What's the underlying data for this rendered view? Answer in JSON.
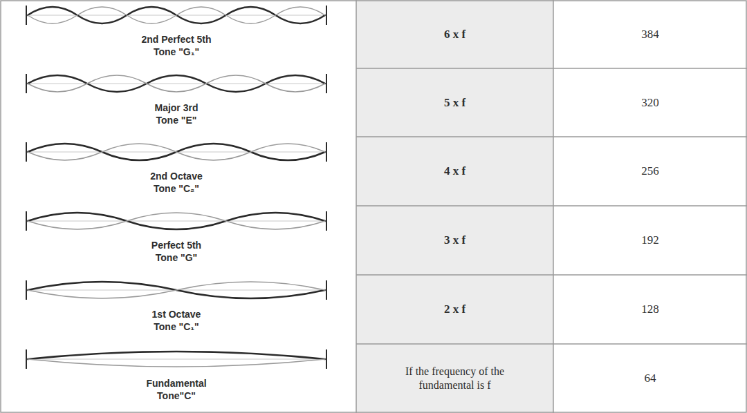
{
  "diagram": {
    "labels": [
      "2nd Perfect 5th",
      "Tone \"G₁\"",
      "6 x f",
      "384",
      "Major 3rd",
      "Tone \"E\"",
      "5 x f",
      "320",
      "2nd Octave",
      "Tone \"C₂\"",
      "4 x f",
      "256",
      "Perfect 5th",
      "Tone \"G\"",
      "3 x f",
      "192",
      "1st Octave",
      "Tone \"C₁\"",
      "2 x f",
      "128",
      "Fundamental",
      "Tone\"C\"",
      "If the frequency of the fundamental is f",
      "64"
    ]
  }
}
